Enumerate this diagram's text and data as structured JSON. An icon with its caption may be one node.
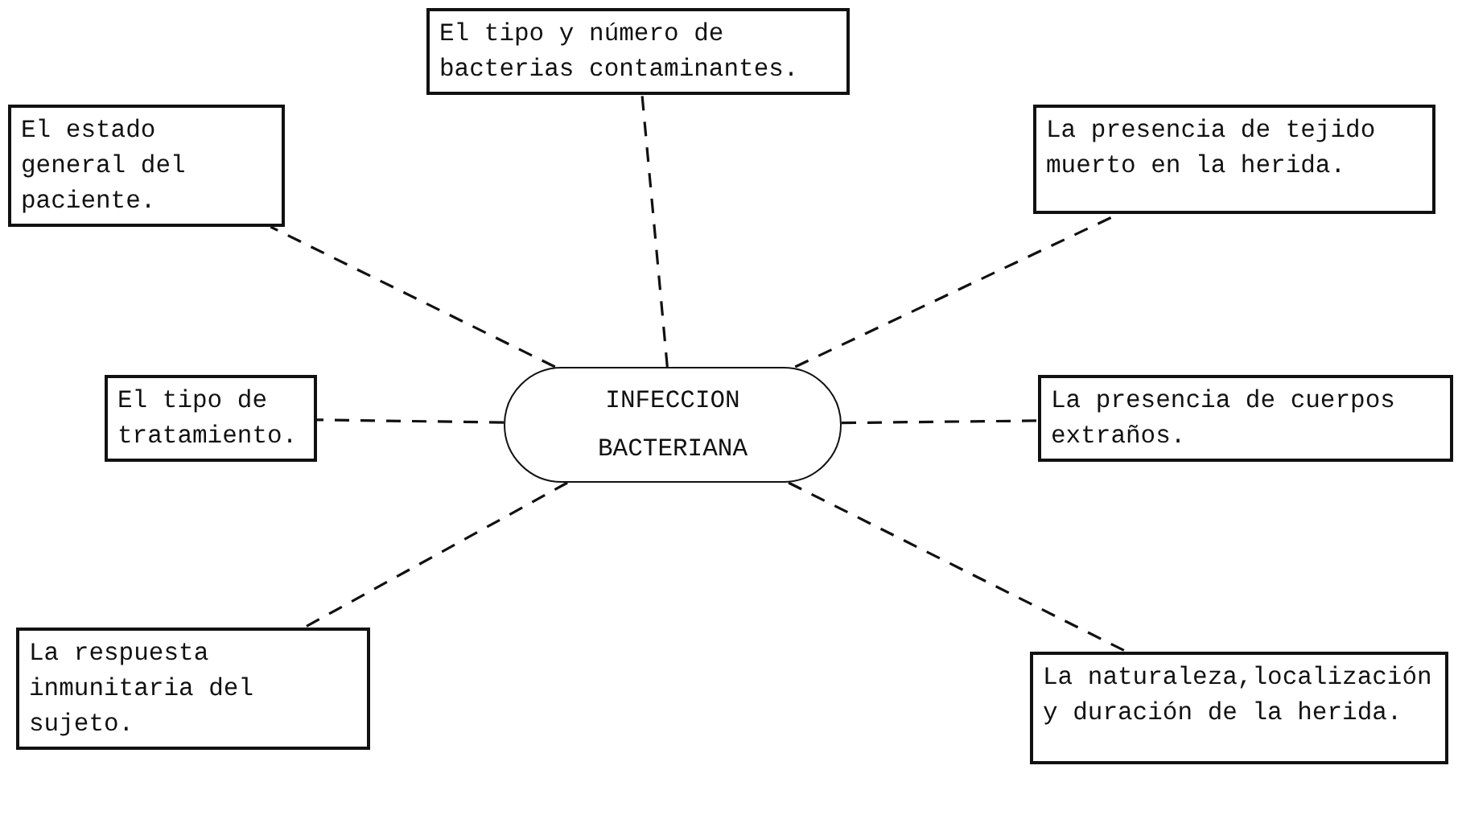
{
  "diagram": {
    "nodes": [
      {
        "text": [
          "El tipo y número de bacterias contaminantes."
        ]
      },
      {
        "text": [
          "El estado general del paciente."
        ]
      },
      {
        "text": [
          "La presencia de tejido muerto en la herida."
        ]
      },
      {
        "text": [
          "El tipo de tratamiento."
        ]
      },
      {
        "text": [
          "INFECCION BACTERIANA"
        ]
      },
      {
        "text": [
          "La presencia de cuerpos extraños."
        ]
      },
      {
        "text": [
          "La respuesta inmunitaria del sujeto."
        ]
      },
      {
        "text": [
          "La naturaleza,localización y duración de la herida."
        ]
      }
    ],
    "edges": [
      {
        "from": 4,
        "to": 0,
        "arrow": "none",
        "style": "dashed"
      },
      {
        "from": 4,
        "to": 1,
        "arrow": "none",
        "style": "dashed"
      },
      {
        "from": 4,
        "to": 2,
        "arrow": "none",
        "style": "dashed"
      },
      {
        "from": 4,
        "to": 3,
        "arrow": "none",
        "style": "dashed"
      },
      {
        "from": 4,
        "to": 5,
        "arrow": "none",
        "style": "dashed"
      },
      {
        "from": 4,
        "to": 6,
        "arrow": "none",
        "style": "dashed"
      },
      {
        "from": 4,
        "to": 7,
        "arrow": "none",
        "style": "dashed"
      }
    ]
  }
}
